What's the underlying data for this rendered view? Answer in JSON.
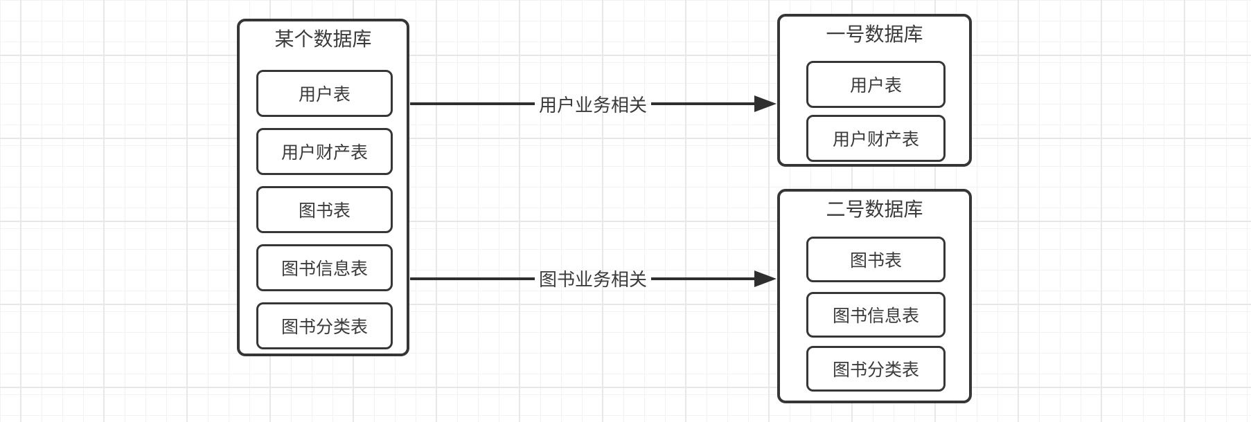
{
  "canvas": {
    "background_color": "#ffffff",
    "grid_minor_color": "#f2f2f2",
    "grid_major_color": "#e7e7e7",
    "stroke_color": "#363636",
    "text_color": "#3a3a3a"
  },
  "diagram": {
    "source_db": {
      "title": "某个数据库",
      "tables": [
        "用户表",
        "用户财产表",
        "图书表",
        "图书信息表",
        "图书分类表"
      ]
    },
    "target_dbs": [
      {
        "title": "一号数据库",
        "tables": [
          "用户表",
          "用户财产表"
        ]
      },
      {
        "title": "二号数据库",
        "tables": [
          "图书表",
          "图书信息表",
          "图书分类表"
        ]
      }
    ],
    "arrows": [
      {
        "label": "用户业务相关"
      },
      {
        "label": "图书业务相关"
      }
    ]
  }
}
